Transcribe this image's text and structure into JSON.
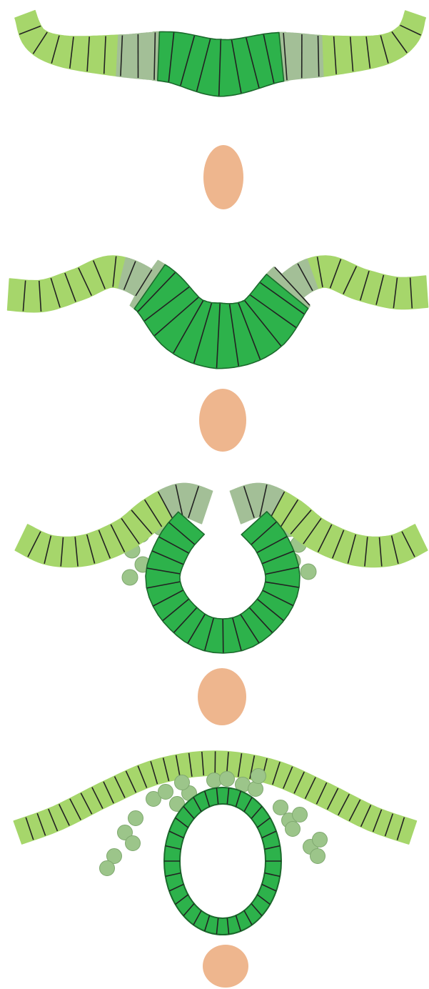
{
  "colors": {
    "epidermis": "#a6d66b",
    "border_zone": "#a3bf97",
    "neural_plate": "#2db24b",
    "neural_plate_stroke": "#1b6a2c",
    "crest_cells": "#9cc58a",
    "crest_cells_stroke": "#7fa86f",
    "notochord": "#eeb68e",
    "cell_lines": "#222222"
  },
  "stages": [
    {
      "id": "neural-plate-stage",
      "parts": [
        "epidermis",
        "neural-plate-border",
        "neural-plate",
        "notochord"
      ]
    },
    {
      "id": "neural-groove-stage",
      "parts": [
        "epidermis",
        "neural-plate-border",
        "neural-plate",
        "notochord"
      ]
    },
    {
      "id": "neural-folds-stage",
      "parts": [
        "epidermis",
        "neural-plate-border",
        "neural-plate",
        "neural-crest-cells",
        "notochord"
      ]
    },
    {
      "id": "neural-tube-stage",
      "parts": [
        "epidermis",
        "neural-tube",
        "neural-crest-cells",
        "notochord"
      ]
    }
  ]
}
